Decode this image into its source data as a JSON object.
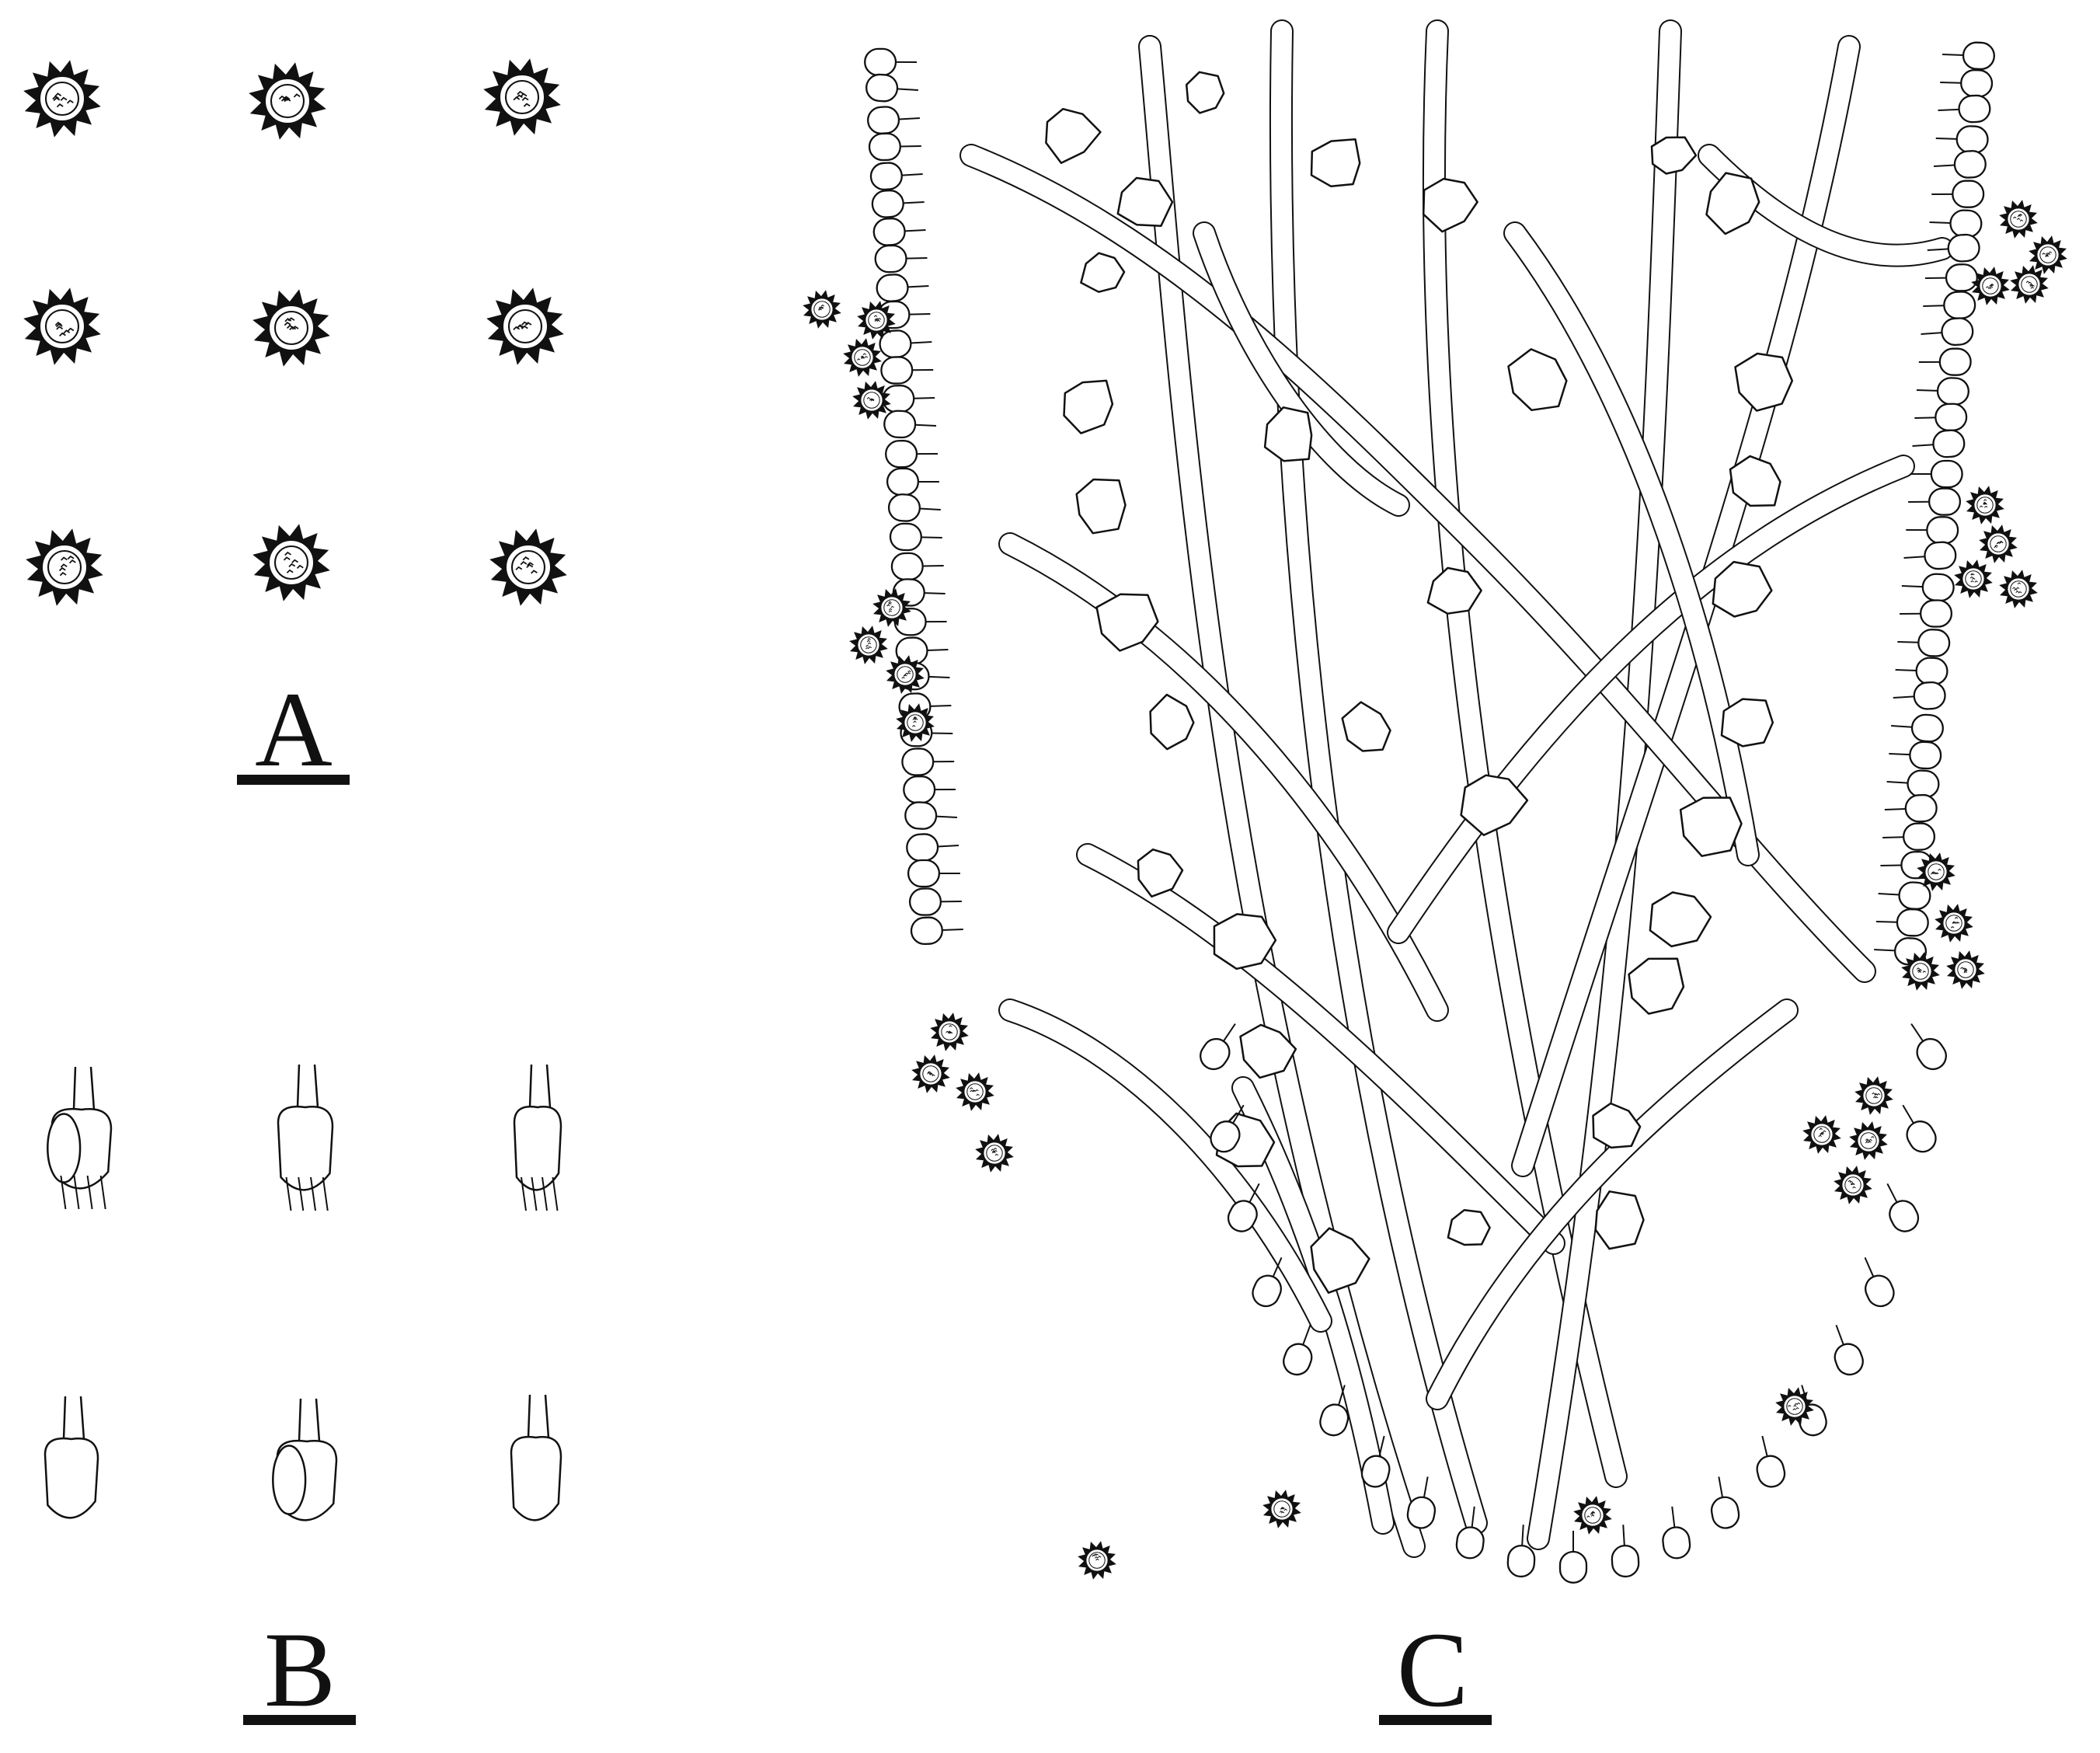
{
  "figure": {
    "panels": [
      {
        "id": "A",
        "label": "A"
      },
      {
        "id": "B",
        "label": "B"
      },
      {
        "id": "C",
        "label": "C"
      }
    ],
    "ink_color": "#111111",
    "paper_color": "#ffffff"
  }
}
